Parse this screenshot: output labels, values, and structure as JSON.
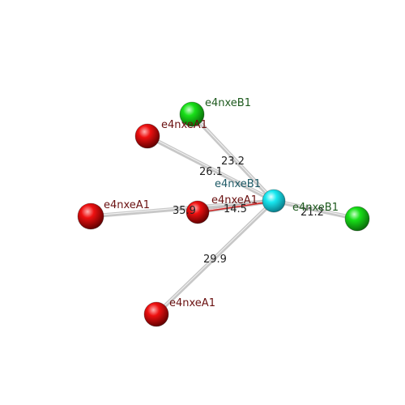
{
  "colors": {
    "red_atom": "#e00000",
    "green_atom": "#10d810",
    "cyan_atom": "#10e0ea",
    "red_label": "#6a1010",
    "green_label": "#1e5a1e",
    "cyan_label": "#1e5a66",
    "bond": "#c8c8c8",
    "bond_highlight": "#cc2222"
  },
  "nodes": [
    {
      "id": "center",
      "label": "e4nxeB1",
      "kind": "cyan"
    },
    {
      "id": "g_top",
      "label": "e4nxeB1",
      "kind": "green"
    },
    {
      "id": "g_right",
      "label": "e4nxeB1",
      "kind": "green"
    },
    {
      "id": "r_upper",
      "label": "e4nxeA1",
      "kind": "red"
    },
    {
      "id": "r_left",
      "label": "e4nxeA1",
      "kind": "red"
    },
    {
      "id": "r_mid",
      "label": "e4nxeA1",
      "kind": "red"
    },
    {
      "id": "r_bottom",
      "label": "e4nxeA1",
      "kind": "red"
    }
  ],
  "edges": [
    {
      "from": "center",
      "to": "g_top",
      "label": "23.2"
    },
    {
      "from": "center",
      "to": "r_upper",
      "label": "26.1"
    },
    {
      "from": "center",
      "to": "r_left",
      "label": "35.9"
    },
    {
      "from": "center",
      "to": "r_mid",
      "label": "14.5",
      "highlight": true
    },
    {
      "from": "center",
      "to": "g_right",
      "label": "21.2"
    },
    {
      "from": "center",
      "to": "r_bottom",
      "label": "29.9"
    }
  ]
}
